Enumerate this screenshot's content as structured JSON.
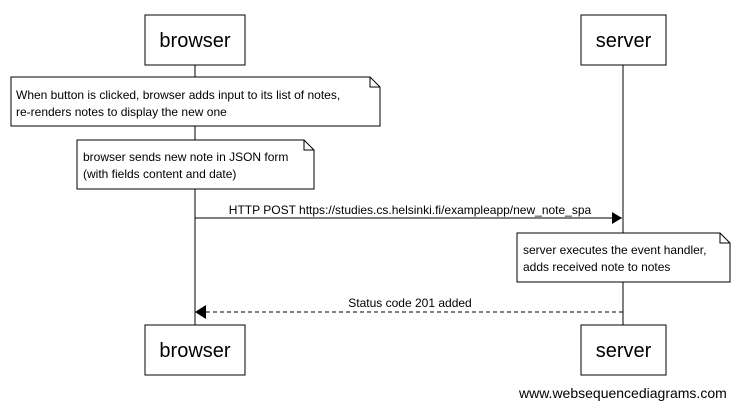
{
  "participants": {
    "browser": "browser",
    "server": "server"
  },
  "notes": [
    {
      "lines": [
        "When button is clicked, browser adds input to its list of notes,",
        "re-renders notes to display the new one"
      ]
    },
    {
      "lines": [
        "browser sends new note in JSON form",
        "(with fields content and date)"
      ]
    },
    {
      "lines": [
        "server executes the event handler,",
        "adds received note to notes"
      ]
    }
  ],
  "messages": [
    {
      "label": "HTTP POST https://studies.cs.helsinki.fi/exampleapp/new_note_spa",
      "from": "browser",
      "to": "server",
      "style": "solid"
    },
    {
      "label": "Status code 201 added",
      "from": "server",
      "to": "browser",
      "style": "dashed"
    }
  ],
  "watermark": "www.websequencediagrams.com"
}
